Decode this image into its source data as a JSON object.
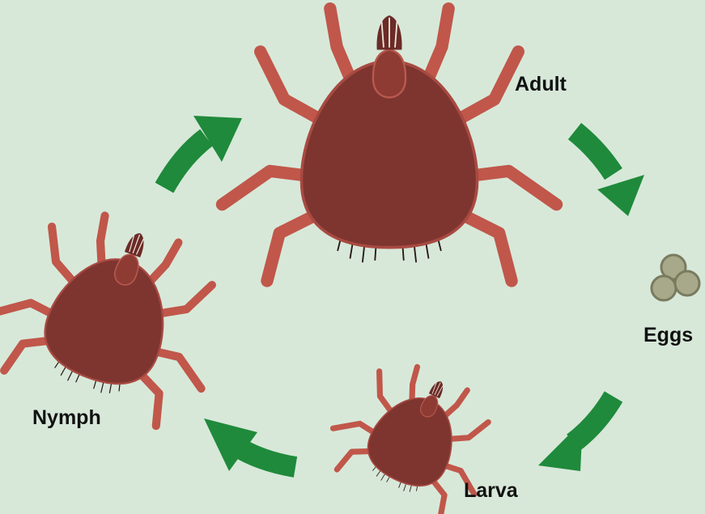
{
  "diagram": {
    "stages": [
      {
        "id": "adult",
        "label": "Adult"
      },
      {
        "id": "eggs",
        "label": "Eggs"
      },
      {
        "id": "larva",
        "label": "Larva"
      },
      {
        "id": "nymph",
        "label": "Nymph"
      }
    ],
    "cycle_direction": "clockwise",
    "icons": {
      "adult": "mite-adult-icon",
      "eggs": "egg-cluster-icon",
      "larva": "mite-larva-icon",
      "nymph": "mite-nymph-icon",
      "arrow": "curved-arrow-icon"
    },
    "colors": {
      "background": "#d7e8d9",
      "arrow": "#1f8a3b",
      "mite_body": "#7e3530",
      "mite_legs": "#c0574a",
      "egg": "#a8a98a",
      "label": "#111111"
    }
  }
}
